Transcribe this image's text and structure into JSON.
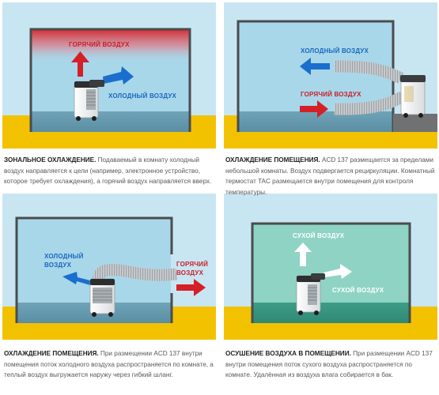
{
  "colors": {
    "sky": "#c8e6f2",
    "ground": "#f2c200",
    "building_outline": "#4a4c4d",
    "room_fill": "#a9d7ea",
    "dry_room_fill": "#8ed3c4",
    "hot_red": "#d42027",
    "cool_blue": "#1a6fce",
    "unit_white": "#f4f4f4"
  },
  "panels": [
    {
      "hot_label": "ГОРЯЧИЙ ВОЗДУХ",
      "cold_label": "ХОЛОДНЫЙ ВОЗДУХ",
      "caption_title": "ЗОНАЛЬНОЕ ОХЛАЖДЕНИЕ.",
      "caption_text": "Подаваемый в комнату холодный воздух направляется к цели (например, электронное устройство, которое требует охлаждения), а горячий воздух направляется вверх."
    },
    {
      "cold_label": "ХОЛОДНЫЙ ВОЗДУХ",
      "hot_label": "ГОРЯЧИЙ ВОЗДУХ",
      "caption_title": "ОХЛАЖДЕНИЕ ПОМЕЩЕНИЯ.",
      "caption_text": "ACD 137 размещается за пределами небольшой комнаты. Воздух подвергается рециркуляции. Комнатный термостат TAC размещается внутри помещения для контроля температуры."
    },
    {
      "cold_label_1": "ХОЛОДНЫЙ",
      "cold_label_2": "ВОЗДУХ",
      "hot_label_1": "ГОРЯЧИЙ",
      "hot_label_2": "ВОЗДУХ",
      "caption_title": "ОХЛАЖДЕНИЕ ПОМЕЩЕНИЯ.",
      "caption_text": "При размещении ACD 137 внутри помещения поток холодного воздуха распространяется по комнате, а теплый воздух выгружается наружу через гибкий шланг."
    },
    {
      "dry_label_top": "СУХОЙ ВОЗДУХ",
      "dry_label_right": "СУХОЙ ВОЗДУХ",
      "caption_title": "ОСУШЕНИЕ ВОЗДУХА В ПОМЕЩЕНИИ.",
      "caption_text": "При размещении ACD 137 внутри помещения поток сухого воздуха распространяется по комнате. Удалённая из воздуха влага собирается в бак."
    }
  ]
}
